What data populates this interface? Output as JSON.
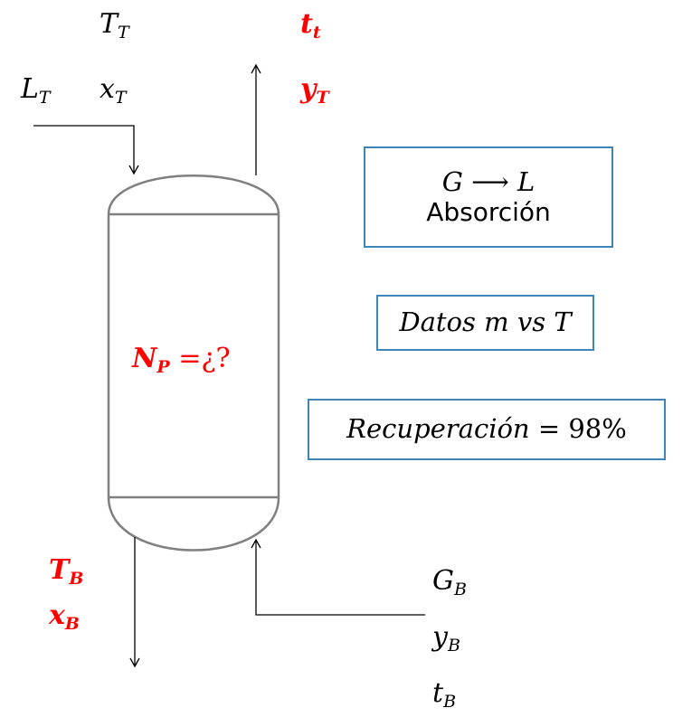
{
  "streams": {
    "top_temp": {
      "sym": "T",
      "sub": "T"
    },
    "top_liquid_flow": {
      "sym": "L",
      "sub": "T"
    },
    "top_liquid_comp": {
      "sym": "x",
      "sub": "T"
    },
    "top_gas_temp": {
      "sym": "t",
      "sub": "t"
    },
    "top_gas_comp": {
      "sym": "y",
      "sub": "T"
    },
    "bottom_temp": {
      "sym": "T",
      "sub": "B"
    },
    "bottom_liquid_comp": {
      "sym": "x",
      "sub": "B"
    },
    "bottom_gas_flow": {
      "sym": "G",
      "sub": "B"
    },
    "bottom_gas_comp": {
      "sym": "y",
      "sub": "B"
    },
    "bottom_gas_temp": {
      "sym": "t",
      "sub": "B"
    }
  },
  "column": {
    "stages_sym": "N",
    "stages_sub": "P",
    "stages_eq": "=",
    "stages_q": "¿?"
  },
  "boxes": {
    "process_eq": "G ⟶ L",
    "process_name": "Absorción",
    "data_label": "Datos m vs T",
    "recovery_label": "Recuperación",
    "recovery_eq": "=",
    "recovery_value": "98%"
  },
  "colors": {
    "unknown": "#ff0000",
    "box_border": "#3f86b8",
    "vessel": "#808080"
  }
}
